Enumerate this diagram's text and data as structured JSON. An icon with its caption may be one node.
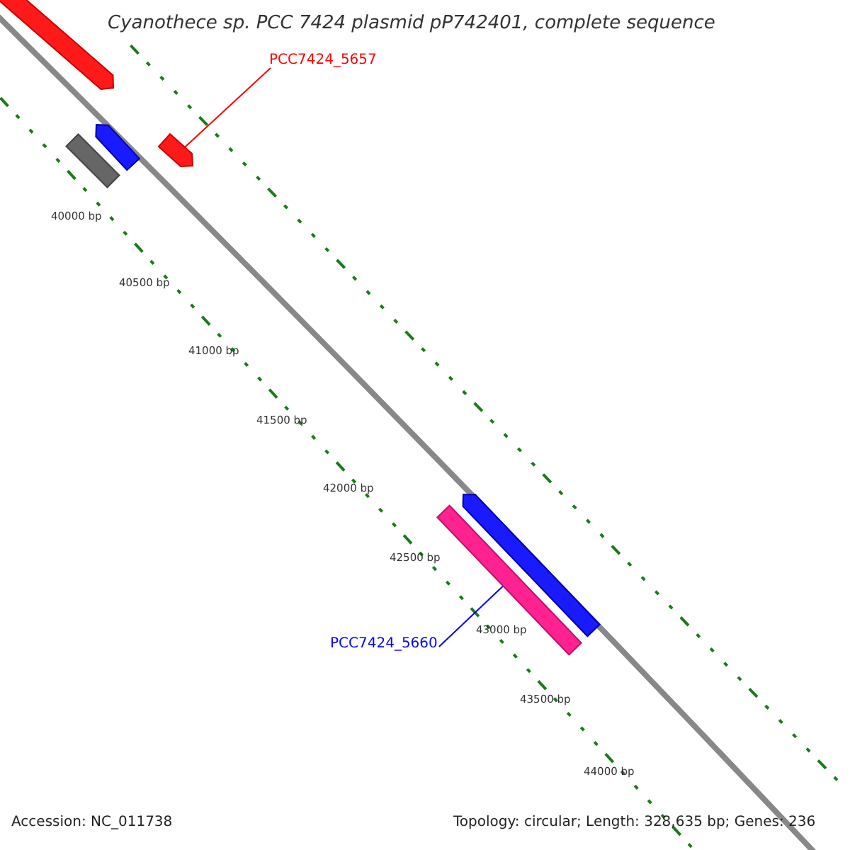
{
  "diagram": {
    "title": "Cyanothece sp. PCC 7424 plasmid pP742401, complete sequence",
    "nodes": [
      {
        "text": [
          "PCC7424_5657"
        ]
      },
      {
        "text": [
          "PCC7424_5660"
        ]
      },
      {
        "text": [],
        "shape": "arrow"
      },
      {
        "text": [],
        "shape": "bar"
      }
    ],
    "edges": [
      {
        "from": 0,
        "to": 2,
        "arrow": "none",
        "color": "#ff0000"
      },
      {
        "from": 1,
        "to": 3,
        "arrow": "none",
        "color": "#0000ff"
      }
    ],
    "labels": [
      "40000 bp",
      "40500 bp",
      "41000 bp",
      "41500 bp",
      "42000 bp",
      "42500 bp",
      "43000 bp",
      "43500 bp",
      "44000 bp",
      "Accession: NC_011738",
      "Topology: circular; Length: 328,635 bp; Genes: 236"
    ]
  }
}
